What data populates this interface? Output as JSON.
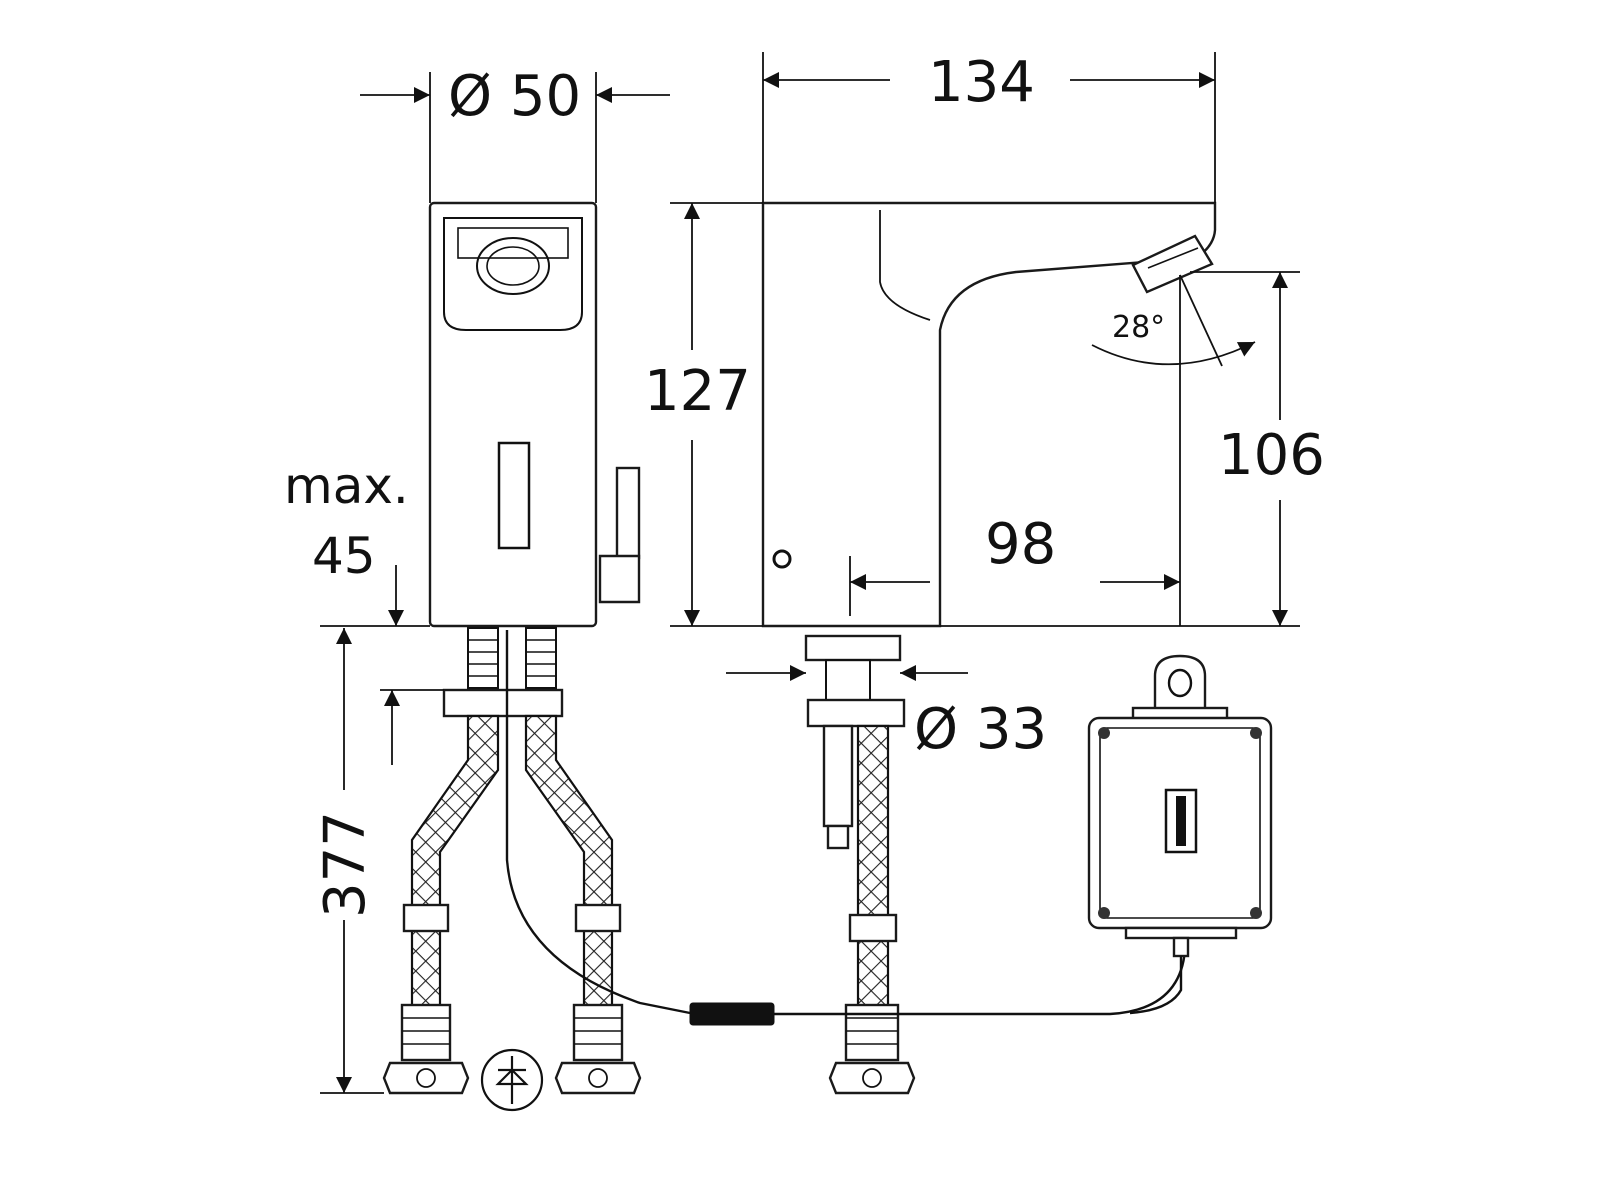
{
  "dimensions": {
    "top_diameter": "Ø 50",
    "spout_length": "134",
    "faucet_height": "127",
    "outlet_height": "106",
    "spout_angle": "28°",
    "sensor_to_outlet": "98",
    "max_label_line1": "max.",
    "max_label_line2": "45",
    "hose_length": "377",
    "bottom_diameter": "Ø 33"
  },
  "colors": {
    "line": "#111111",
    "background": "#ffffff"
  },
  "icons": {
    "check_valve": "check-valve-symbol",
    "control_box": "electronic-control-box",
    "connector": "cable-connector"
  }
}
